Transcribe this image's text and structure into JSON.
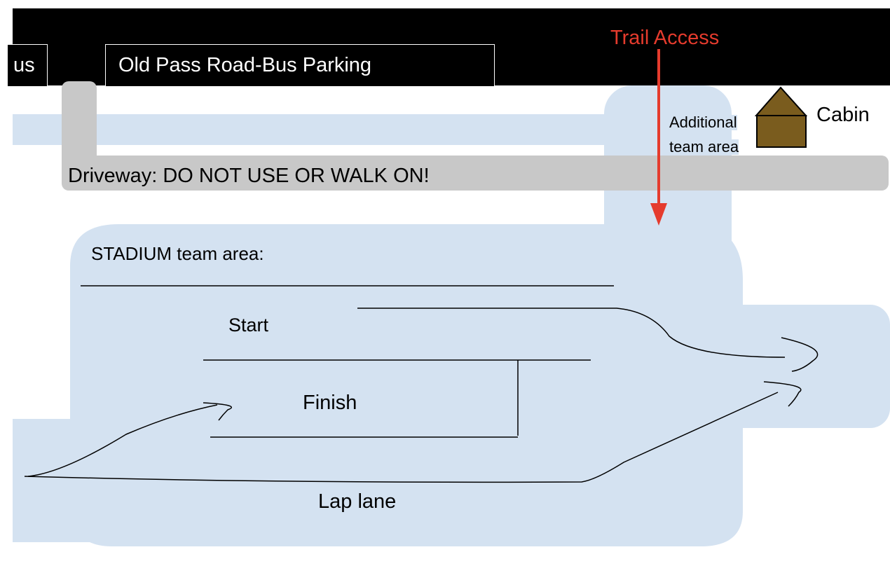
{
  "map": {
    "parking": {
      "bus_label_fragment": "us",
      "old_pass_label": "Old Pass Road-Bus Parking"
    },
    "trail_access_label": "Trail Access",
    "driveway_label": "Driveway: DO NOT USE OR WALK ON!",
    "additional_area_label_line1": "Additional",
    "additional_area_label_line2": "team area",
    "cabin_label": "Cabin",
    "stadium_label": "STADIUM team area:",
    "start_label": "Start",
    "finish_label": "Finish",
    "lap_lane_label": "Lap lane",
    "colors": {
      "header": "#000000",
      "field": "#d4e2f1",
      "driveway": "#c8c8c8",
      "trail_arrow": "#e53b2d",
      "cabin": "#7a5c1e"
    }
  }
}
